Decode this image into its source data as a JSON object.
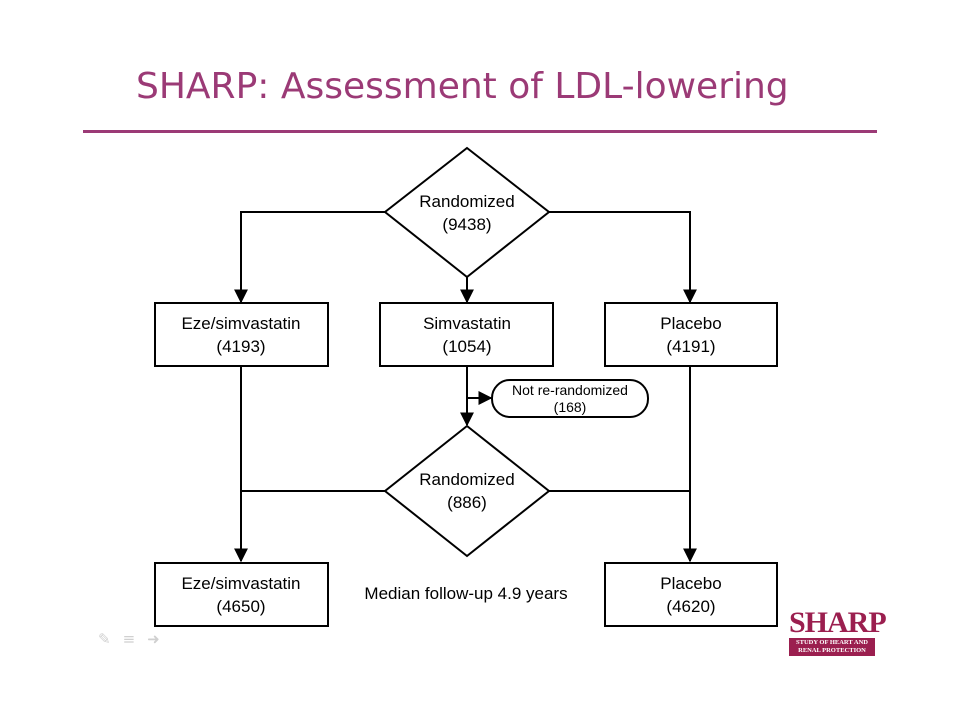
{
  "slide": {
    "title": "SHARP: Assessment of LDL-lowering",
    "note": "Median follow-up 4.9 years"
  },
  "nodes": {
    "randomized_1": {
      "label": "Randomized",
      "count": "(9438)"
    },
    "eze_1": {
      "label": "Eze/simvastatin",
      "count": "(4193)"
    },
    "simva": {
      "label": "Simvastatin",
      "count": "(1054)"
    },
    "placebo_1": {
      "label": "Placebo",
      "count": "(4191)"
    },
    "not_rerandomized": {
      "label": "Not re-randomized",
      "count": "(168)"
    },
    "randomized_2": {
      "label": "Randomized",
      "count": "(886)"
    },
    "eze_2": {
      "label": "Eze/simvastatin",
      "count": "(4650)"
    },
    "placebo_2": {
      "label": "Placebo",
      "count": "(4620)"
    }
  },
  "logo": {
    "word": "SHARP",
    "subtitle_line1": "STUDY OF HEART AND",
    "subtitle_line2": "RENAL PROTECTION",
    "brand_color": "#9b1f4f"
  },
  "toolbar": {
    "icons": [
      "pen-icon",
      "menu-icon",
      "next-arrow-icon"
    ]
  },
  "colors": {
    "title": "#9b3a76",
    "rule": "#9b3a76"
  }
}
